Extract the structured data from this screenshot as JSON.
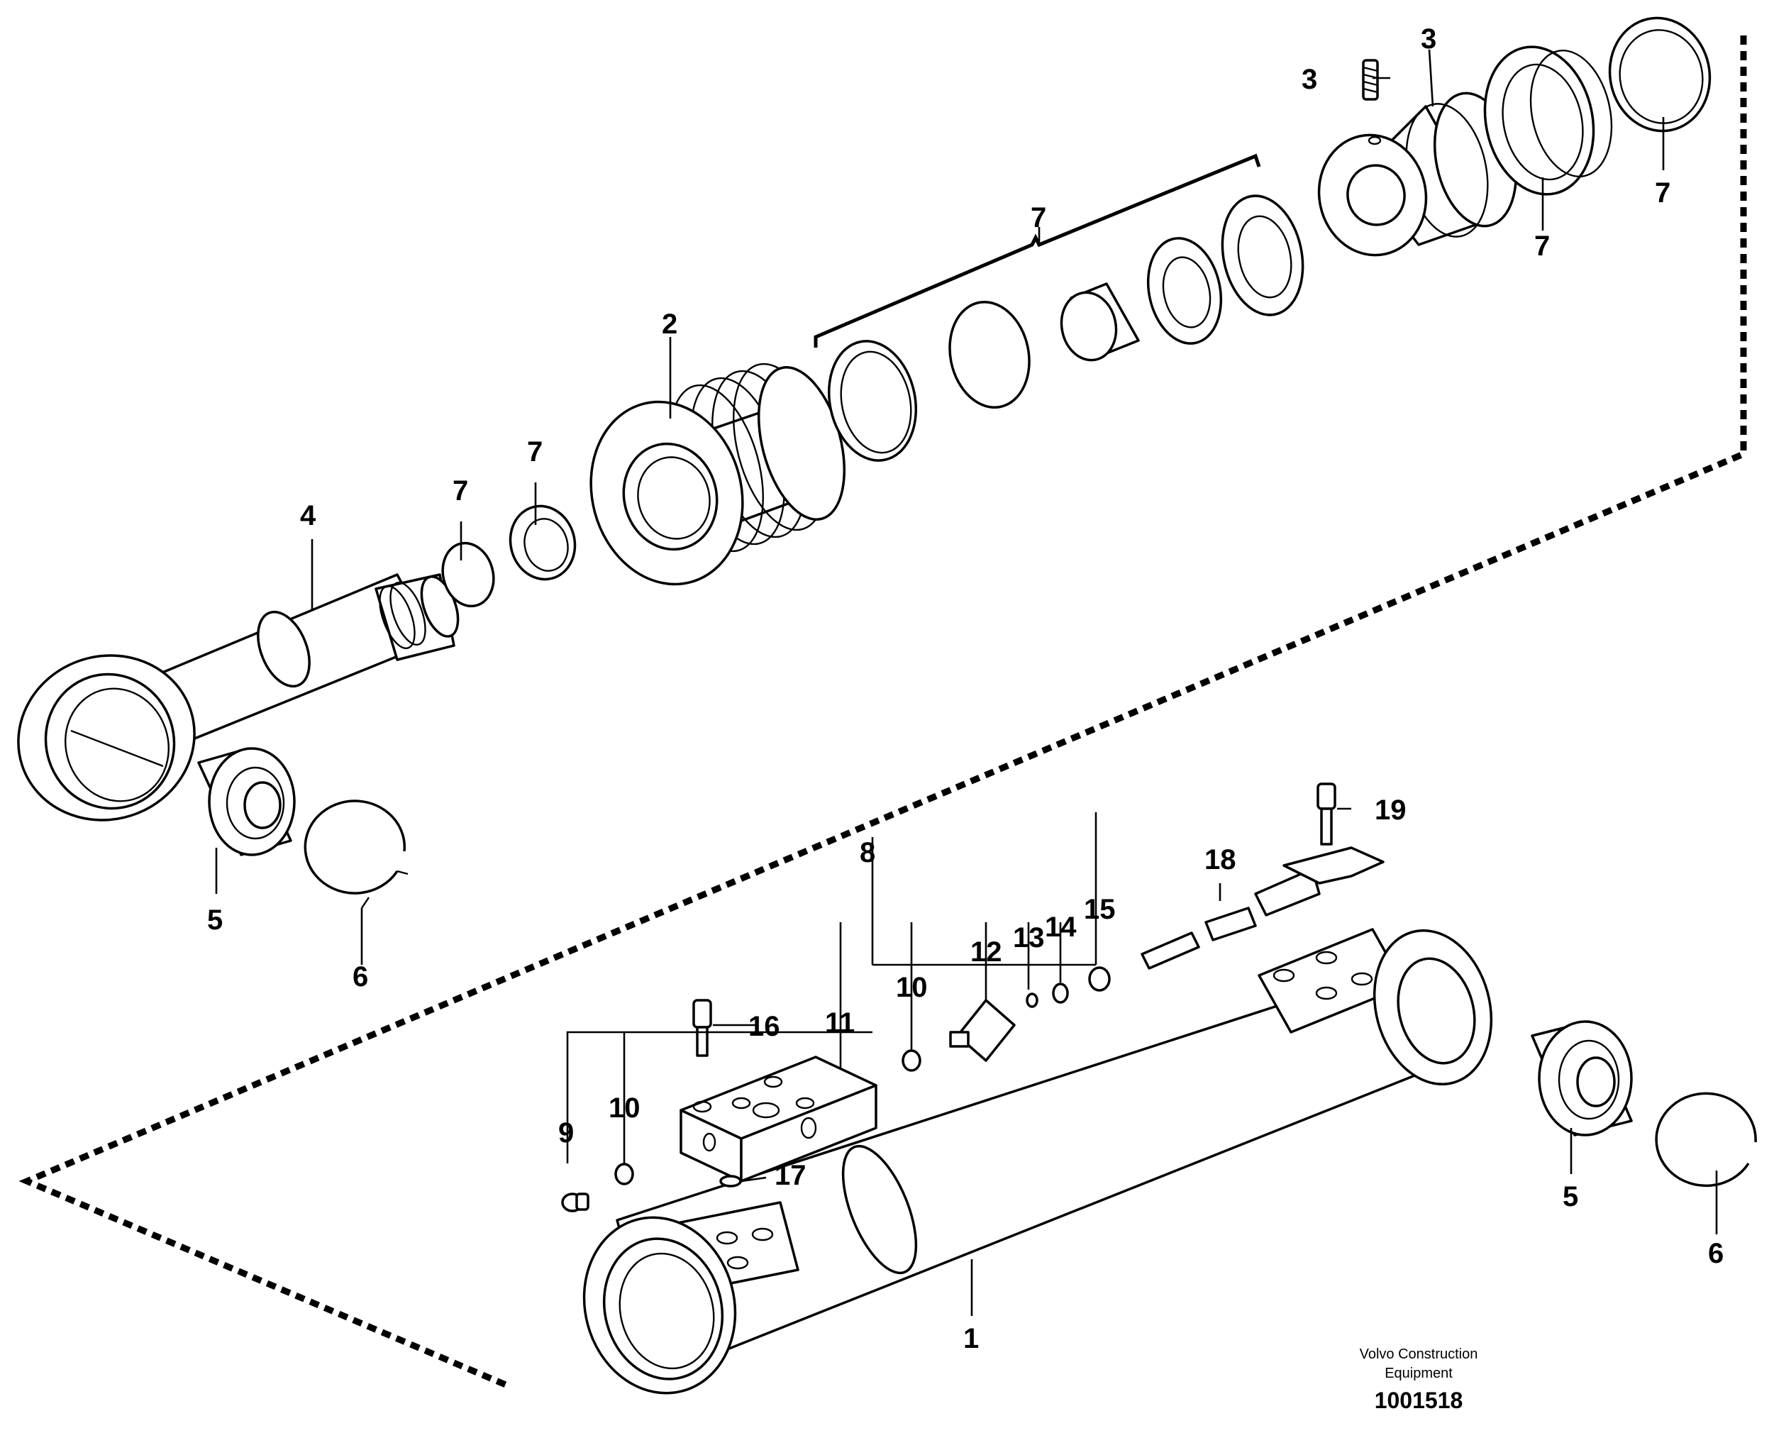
{
  "callouts": {
    "c1": "1",
    "c2": "2",
    "c3a": "3",
    "c3b": "3",
    "c4": "4",
    "c5a": "5",
    "c5b": "5",
    "c6a": "6",
    "c6b": "6",
    "c7a": "7",
    "c7b": "7",
    "c7c": "7",
    "c7d": "7",
    "c7e": "7",
    "c8": "8",
    "c9": "9",
    "c10a": "10",
    "c10b": "10",
    "c11": "11",
    "c12": "12",
    "c13": "13",
    "c14": "14",
    "c15": "15",
    "c16": "16",
    "c17": "17",
    "c18": "18",
    "c19": "19"
  },
  "credit": {
    "line1": "Volvo Construction",
    "line2": "Equipment",
    "ref": "1001518"
  }
}
